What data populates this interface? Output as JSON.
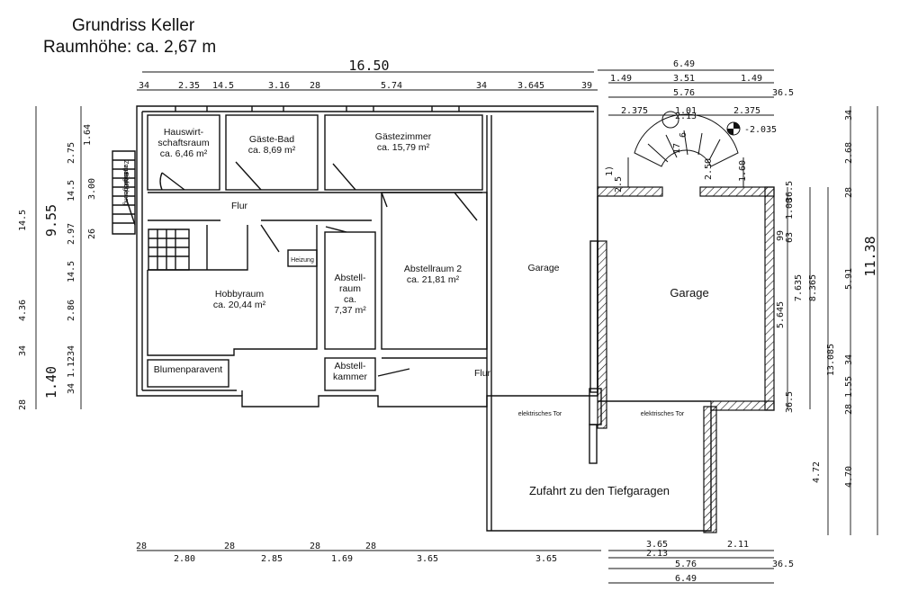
{
  "title": "Grundriss Keller",
  "subtitle": "Raumhöhe: ca. 2,67 m",
  "rooms": {
    "hauswirtschaft": [
      "Hauswirt-",
      "schaftsraum",
      "ca. 6,46 m²"
    ],
    "gaestebad": [
      "Gäste-Bad",
      "ca. 8,69 m²"
    ],
    "gaestezimmer": [
      "Gästezimmer",
      "ca. 15,79 m²"
    ],
    "flur_top": "Flur",
    "hobbyraum": [
      "Hobbyraum",
      "ca. 20,44 m²"
    ],
    "heizung": "Heizung",
    "abstellraum": [
      "Abstell-",
      "raum",
      "ca.",
      "7,37 m²"
    ],
    "abstellraum2": [
      "Abstellraum 2",
      "ca. 21,81 m²"
    ],
    "garage_left": "Garage",
    "garage_right": "Garage",
    "blumenparavent": "Blumenparavent",
    "abstellkammer": [
      "Abstell-",
      "kammer"
    ],
    "flur_bottom": "Flur",
    "tor_left": "elektrisches Tor",
    "tor_right": "elektrisches Tor",
    "zufahrt": "Zufahrt zu den Tiefgaragen",
    "zugang": [
      "Zugang",
      "zum UG /",
      "Einlieger-",
      "wohnung"
    ]
  },
  "dims_top": {
    "total": "16.50",
    "segments": [
      "34",
      "2.35",
      "14.5",
      "3.16",
      "28",
      "5.74",
      "34",
      "3.645",
      "39"
    ],
    "right_649": "6.49",
    "right_row2": [
      "1.49",
      "3.51",
      "1.49"
    ],
    "right_576": "5.76",
    "right_365": "36.5",
    "right_row4": [
      "2.375",
      "1.01",
      "2.13",
      "2.375"
    ],
    "level": "-2.035"
  },
  "dims_bottom": {
    "segments": [
      "28",
      "2.80",
      "28",
      "2.85",
      "28",
      "1.69",
      "28",
      "3.65",
      "3.65"
    ],
    "right_a": [
      "3.65",
      "2.11"
    ],
    "right_213": "2.13",
    "right_576": "5.76",
    "right_365": "36.5",
    "right_649": "6.49"
  },
  "dims_left": {
    "total": "9.55",
    "total2": "1.40",
    "outer": [
      "14.5",
      "4.36",
      "34",
      "28"
    ],
    "inner": [
      "1.64",
      "2.75",
      "3.00",
      "14.5",
      "2.97",
      "26",
      "14.5",
      "2.86",
      "34",
      "1.12",
      "34"
    ]
  },
  "dims_right": {
    "total": "11.38",
    "col_a": [
      "34",
      "2.68",
      "28",
      "5.91",
      "34",
      "1.55",
      "28",
      "4.70"
    ],
    "col_b": [
      "13.085",
      "4.72"
    ],
    "col_c": [
      "8.365"
    ],
    "col_d": [
      "36.5",
      "1.00",
      "99",
      "63",
      "7.635",
      "5.645",
      "36.5"
    ],
    "stair": [
      "1)",
      "2.5",
      "1.60",
      "2.50",
      "17",
      "6"
    ]
  }
}
